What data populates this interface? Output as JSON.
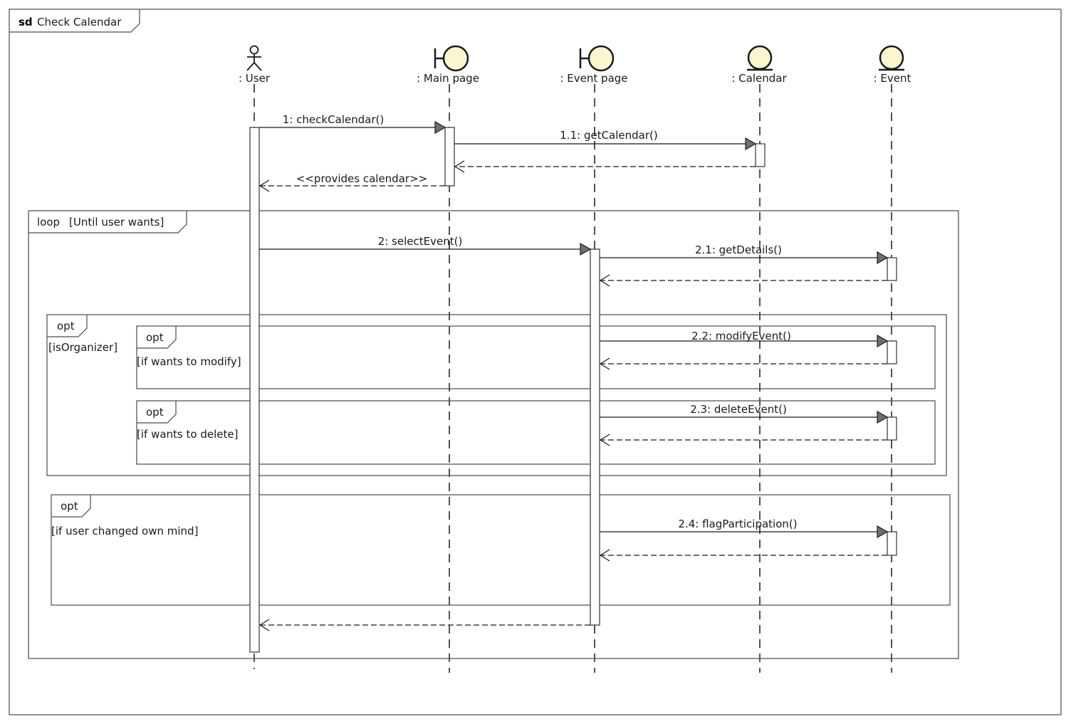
{
  "diagram": {
    "keyword": "sd",
    "title": "Check Calendar",
    "lifelines": [
      {
        "id": "user",
        "label": ": User",
        "icon": "actor-icon"
      },
      {
        "id": "main",
        "label": ": Main page",
        "icon": "boundary-icon"
      },
      {
        "id": "eventpage",
        "label": ": Event page",
        "icon": "boundary-icon"
      },
      {
        "id": "calendar",
        "label": ": Calendar",
        "icon": "entity-icon"
      },
      {
        "id": "event",
        "label": ": Event",
        "icon": "entity-icon"
      }
    ],
    "messages": [
      {
        "label": "1: checkCalendar()",
        "from": "user",
        "to": "main",
        "kind": "sync"
      },
      {
        "label": "1.1: getCalendar()",
        "from": "main",
        "to": "calendar",
        "kind": "sync"
      },
      {
        "label": "",
        "from": "calendar",
        "to": "main",
        "kind": "return"
      },
      {
        "label": "<<provides calendar>>",
        "from": "main",
        "to": "user",
        "kind": "return"
      },
      {
        "label": "2: selectEvent()",
        "from": "user",
        "to": "eventpage",
        "kind": "sync"
      },
      {
        "label": "2.1: getDetails()",
        "from": "eventpage",
        "to": "event",
        "kind": "sync"
      },
      {
        "label": "",
        "from": "event",
        "to": "eventpage",
        "kind": "return"
      },
      {
        "label": "2.2: modifyEvent()",
        "from": "eventpage",
        "to": "event",
        "kind": "sync"
      },
      {
        "label": "",
        "from": "event",
        "to": "eventpage",
        "kind": "return"
      },
      {
        "label": "2.3: deleteEvent()",
        "from": "eventpage",
        "to": "event",
        "kind": "sync"
      },
      {
        "label": "",
        "from": "event",
        "to": "eventpage",
        "kind": "return"
      },
      {
        "label": "2.4: flagParticipation()",
        "from": "eventpage",
        "to": "event",
        "kind": "sync"
      },
      {
        "label": "",
        "from": "event",
        "to": "eventpage",
        "kind": "return"
      },
      {
        "label": "",
        "from": "eventpage",
        "to": "user",
        "kind": "return"
      }
    ],
    "fragments": [
      {
        "operator": "loop",
        "guard": "[Until user wants]"
      },
      {
        "operator": "opt",
        "guard": "[isOrganizer]"
      },
      {
        "operator": "opt",
        "guard": "[if wants to modify]"
      },
      {
        "operator": "opt",
        "guard": "[if wants to delete]"
      },
      {
        "operator": "opt",
        "guard": "[if user changed own mind]"
      }
    ]
  }
}
